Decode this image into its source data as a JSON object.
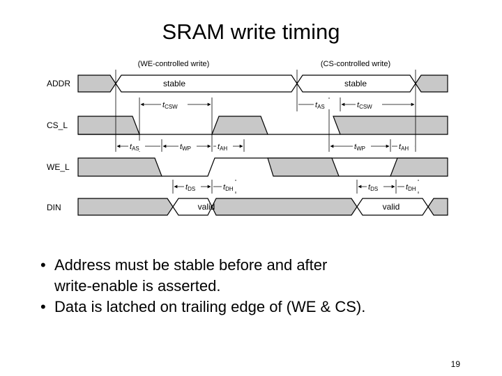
{
  "slide": {
    "title": "SRAM write timing",
    "page_number": "19"
  },
  "diagram": {
    "section_labels": {
      "we": "(WE-controlled write)",
      "cs": "(CS-controlled write)"
    },
    "signals": {
      "addr": "ADDR",
      "cs": "CS_L",
      "we": "WE_L",
      "din": "DIN"
    },
    "values": {
      "stable": "stable",
      "valid": "valid"
    },
    "timing": {
      "t": "t",
      "csw": "CSW",
      "as": "AS",
      "wp": "WP",
      "ah": "AH",
      "ds": "DS",
      "dh": "DH"
    }
  },
  "bullets": [
    {
      "dot": "•",
      "text": "Address must be stable before and after\nwrite-enable is asserted."
    },
    {
      "dot": "•",
      "text": "Data is latched on trailing edge of (WE & CS)."
    }
  ],
  "colors": {
    "hatch_fill": "#c8c8c8",
    "line": "#000000",
    "background": "#ffffff"
  }
}
